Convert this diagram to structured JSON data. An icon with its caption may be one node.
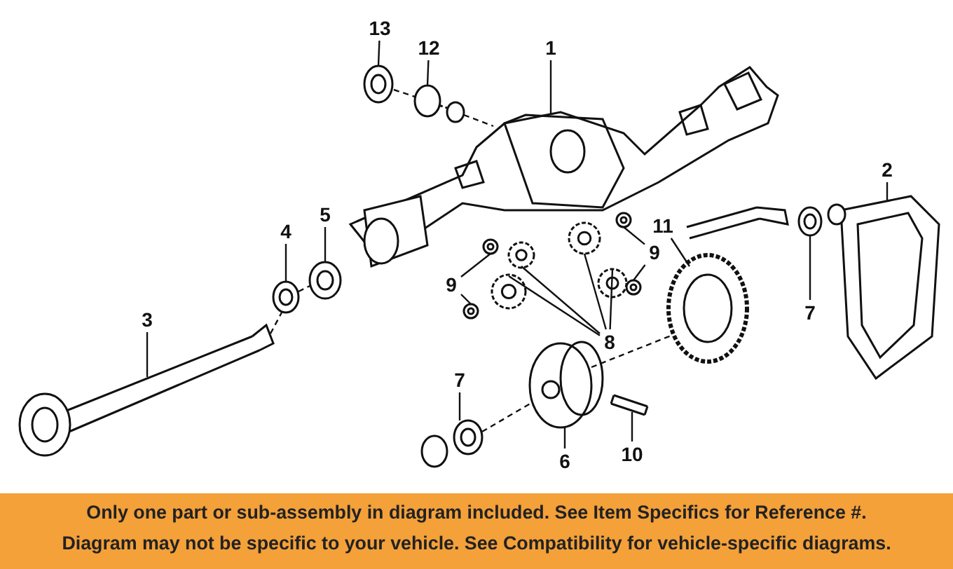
{
  "diagram": {
    "nodes": [
      {
        "text": [
          "13"
        ]
      },
      {
        "text": [
          "12"
        ]
      },
      {
        "text": [
          "1"
        ]
      },
      {
        "text": [
          "2"
        ]
      },
      {
        "text": [
          "5"
        ]
      },
      {
        "text": [
          "11"
        ]
      },
      {
        "text": [
          "4"
        ]
      },
      {
        "text": [
          "9"
        ]
      },
      {
        "text": [
          "9"
        ]
      },
      {
        "text": [
          "7"
        ]
      },
      {
        "text": [
          "3"
        ]
      },
      {
        "text": [
          "8"
        ]
      },
      {
        "text": [
          "7"
        ]
      },
      {
        "text": [
          "10"
        ]
      },
      {
        "text": [
          "6"
        ]
      },
      {
        "text": [],
        "shape": "picture"
      },
      {
        "text": [],
        "shape": "picture"
      },
      {
        "text": [],
        "shape": "picture"
      },
      {
        "text": [],
        "shape": "picture"
      },
      {
        "text": [],
        "shape": "picture"
      },
      {
        "text": [],
        "shape": "picture"
      },
      {
        "text": [],
        "shape": "picture"
      },
      {
        "text": [],
        "shape": "picture"
      },
      {
        "text": [],
        "shape": "picture"
      },
      {
        "text": [],
        "shape": "picture"
      },
      {
        "text": [],
        "shape": "picture"
      },
      {
        "text": [],
        "shape": "picture"
      },
      {
        "text": [],
        "shape": "picture"
      },
      {
        "text": [],
        "shape": "picture"
      },
      {
        "text": [],
        "shape": "picture"
      },
      {
        "text": [],
        "shape": "picture"
      },
      {
        "text": [],
        "shape": "picture"
      },
      {
        "text": [],
        "shape": "picture"
      },
      {
        "text": [],
        "shape": "picture"
      },
      {
        "text": [],
        "shape": "picture"
      }
    ],
    "edges": [
      {
        "from": 0,
        "to": 15,
        "arrow": "none"
      },
      {
        "from": 1,
        "to": 16,
        "arrow": "none"
      },
      {
        "from": 2,
        "to": 17,
        "arrow": "none"
      },
      {
        "from": 3,
        "to": 18,
        "arrow": "none"
      },
      {
        "from": 4,
        "to": 19,
        "arrow": "none"
      },
      {
        "from": 5,
        "to": 20,
        "arrow": "none"
      },
      {
        "from": 6,
        "to": 21,
        "arrow": "none"
      },
      {
        "from": 7,
        "to": 22,
        "arrow": "none"
      },
      {
        "from": 7,
        "to": 23,
        "arrow": "none"
      },
      {
        "from": 8,
        "to": 24,
        "arrow": "none"
      },
      {
        "from": 8,
        "to": 25,
        "arrow": "none"
      },
      {
        "from": 9,
        "to": 26,
        "arrow": "none"
      },
      {
        "from": 10,
        "to": 27,
        "arrow": "none"
      },
      {
        "from": 11,
        "to": 28,
        "arrow": "none"
      },
      {
        "from": 11,
        "to": 29,
        "arrow": "none"
      },
      {
        "from": 11,
        "to": 30,
        "arrow": "none"
      },
      {
        "from": 11,
        "to": 31,
        "arrow": "none"
      },
      {
        "from": 12,
        "to": 32,
        "arrow": "none"
      },
      {
        "from": 13,
        "to": 33,
        "arrow": "none"
      },
      {
        "from": 14,
        "to": 34,
        "arrow": "none"
      },
      {
        "from": 15,
        "to": 16,
        "arrow": "none",
        "style": "dashed"
      },
      {
        "from": 16,
        "to": 17,
        "arrow": "none",
        "style": "dashed"
      },
      {
        "from": 27,
        "to": 21,
        "arrow": "none",
        "style": "dashed"
      },
      {
        "from": 21,
        "to": 19,
        "arrow": "none",
        "style": "dashed"
      },
      {
        "from": 32,
        "to": 34,
        "arrow": "none",
        "style": "dashed"
      },
      {
        "from": 34,
        "to": 20,
        "arrow": "none",
        "style": "dashed"
      }
    ],
    "labels": [
      "Only one part or sub-assembly in diagram included. See Item Specifics for Reference #.",
      "Diagram may not be specific to your vehicle. See Compatibility for vehicle-specific diagrams."
    ]
  }
}
